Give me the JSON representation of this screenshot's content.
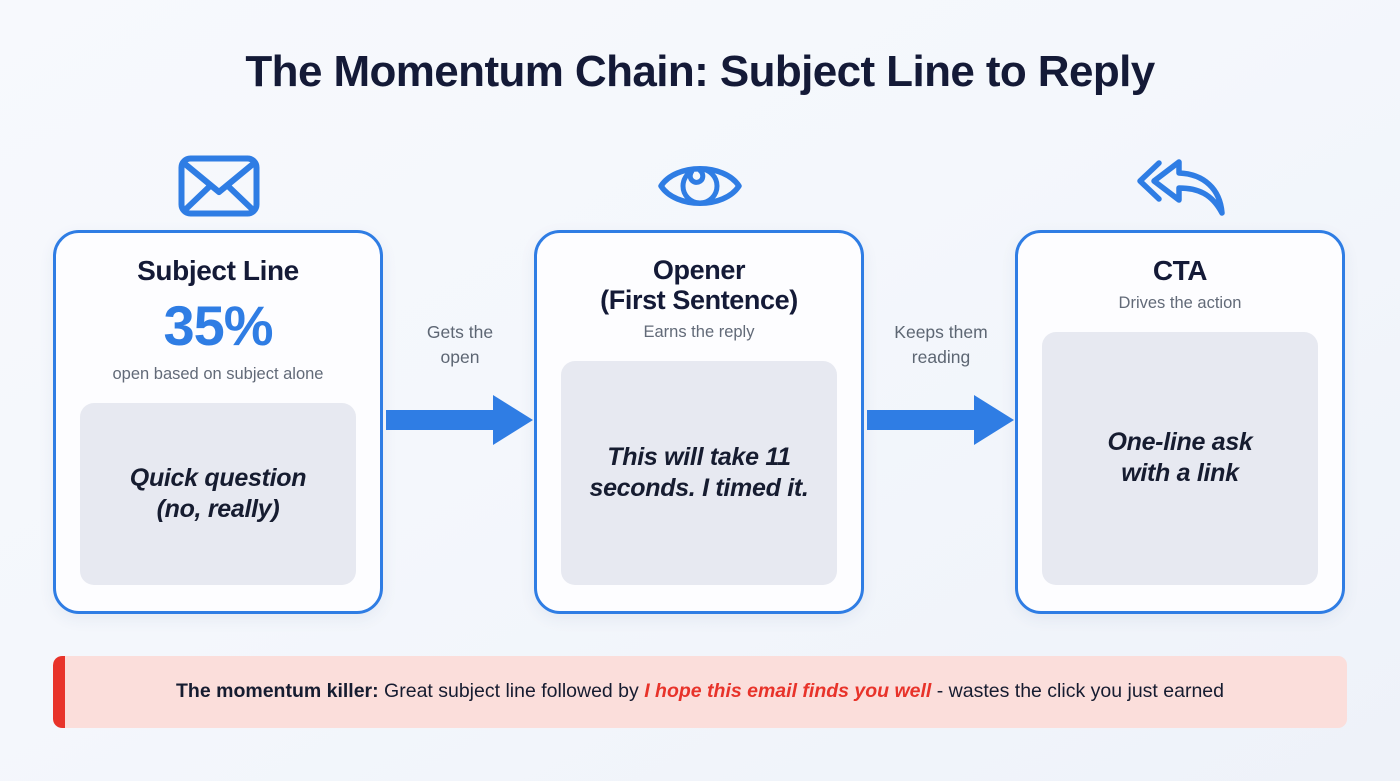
{
  "title": "The Momentum Chain: Subject Line to Reply",
  "theme": {
    "accent_blue": "#2f7de4",
    "title_navy": "#141a37",
    "muted_gray": "#626a78",
    "quote_bg": "#e7e9f1",
    "banner_bg": "#fbdedb",
    "banner_accent_red": "#e8332a",
    "page_bg": "#f6f8fc"
  },
  "steps": [
    {
      "icon": "envelope-icon",
      "title": "Subject Line",
      "stat": "35%",
      "subtitle": "open based on subject alone",
      "quote": "Quick question\n(no, really)"
    },
    {
      "icon": "eye-icon",
      "title": "Opener\n(First Sentence)",
      "stat": "",
      "subtitle": "Earns the reply",
      "quote": "This will take 11\nseconds. I timed it."
    },
    {
      "icon": "reply-arrow-icon",
      "title": "CTA",
      "stat": "",
      "subtitle": "Drives the action",
      "quote": "One-line ask\nwith a link"
    }
  ],
  "connectors": [
    {
      "label": "Gets the\nopen",
      "icon": "arrow-right-icon"
    },
    {
      "label": "Keeps them\nreading",
      "icon": "arrow-right-icon"
    }
  ],
  "banner": {
    "lead": "The momentum killer:",
    "middle": " Great subject line followed by ",
    "highlight": "I hope this email finds you well",
    "tail": " - wastes the click you just earned"
  }
}
